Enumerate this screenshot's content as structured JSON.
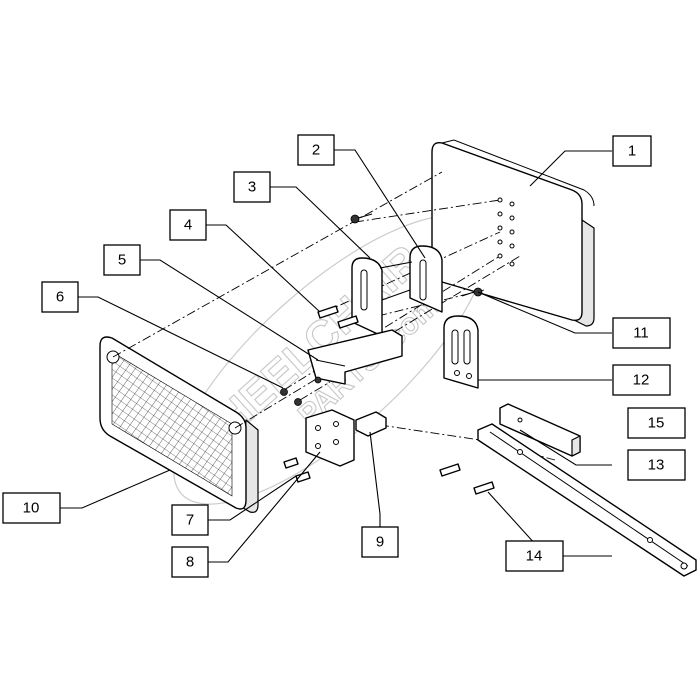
{
  "diagram": {
    "watermark": "WHEELCHAIR PARTS .com",
    "callouts": [
      {
        "id": "1",
        "label": "1"
      },
      {
        "id": "2",
        "label": "2"
      },
      {
        "id": "3",
        "label": "3"
      },
      {
        "id": "4",
        "label": "4"
      },
      {
        "id": "5",
        "label": "5"
      },
      {
        "id": "6",
        "label": "6"
      },
      {
        "id": "7",
        "label": "7"
      },
      {
        "id": "8",
        "label": "8"
      },
      {
        "id": "9",
        "label": "9"
      },
      {
        "id": "10",
        "label": "10"
      },
      {
        "id": "11",
        "label": "11"
      },
      {
        "id": "12",
        "label": "12"
      },
      {
        "id": "13",
        "label": "13"
      },
      {
        "id": "14",
        "label": "14"
      },
      {
        "id": "15",
        "label": "15"
      }
    ]
  }
}
